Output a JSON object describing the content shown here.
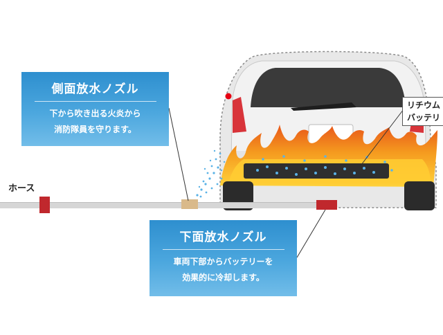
{
  "hose": {
    "label": "ホース"
  },
  "side_nozzle": {
    "title": "側面放水ノズル",
    "line1": "下から吹き出る火炎から",
    "line2": "消防隊員を守ります。"
  },
  "under_nozzle": {
    "title": "下面放水ノズル",
    "line1": "車両下部からバッテリーを",
    "line2": "効果的に冷却します。"
  },
  "battery": {
    "line1": "リチウム",
    "line2": "バッテリ"
  },
  "colors": {
    "callout_blue": "#3a9ad6",
    "nozzle_red": "#c0282d",
    "hose_gray": "#d6d6d6",
    "flame_orange": "#f08a1c",
    "car_white": "#ececec",
    "car_dark": "#2e2e2e",
    "water_blue": "#5ab2e6",
    "marker_red": "#e60012"
  }
}
